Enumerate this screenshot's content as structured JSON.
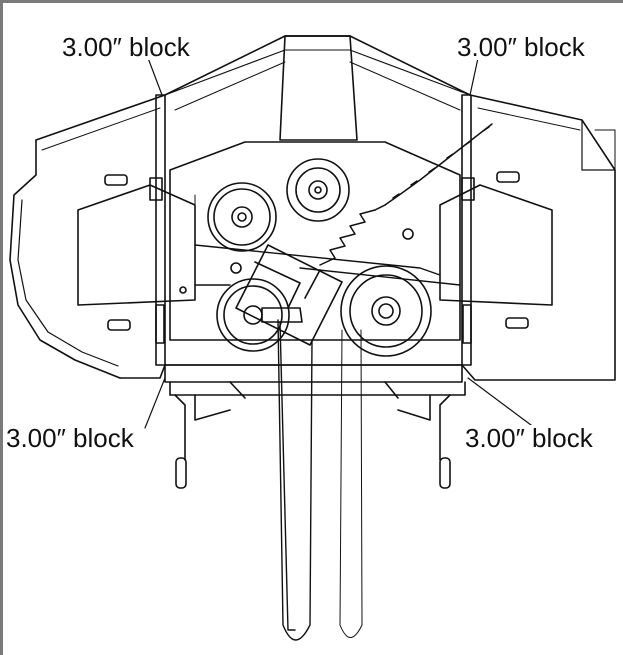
{
  "callouts": {
    "top_left": "3.00″ block",
    "top_right": "3.00″ block",
    "bottom_left": "3.00″ block",
    "bottom_right": "3.00″ block"
  },
  "colors": {
    "line": "#111111",
    "frame": "#7a7a7a",
    "background": "#ffffff"
  }
}
